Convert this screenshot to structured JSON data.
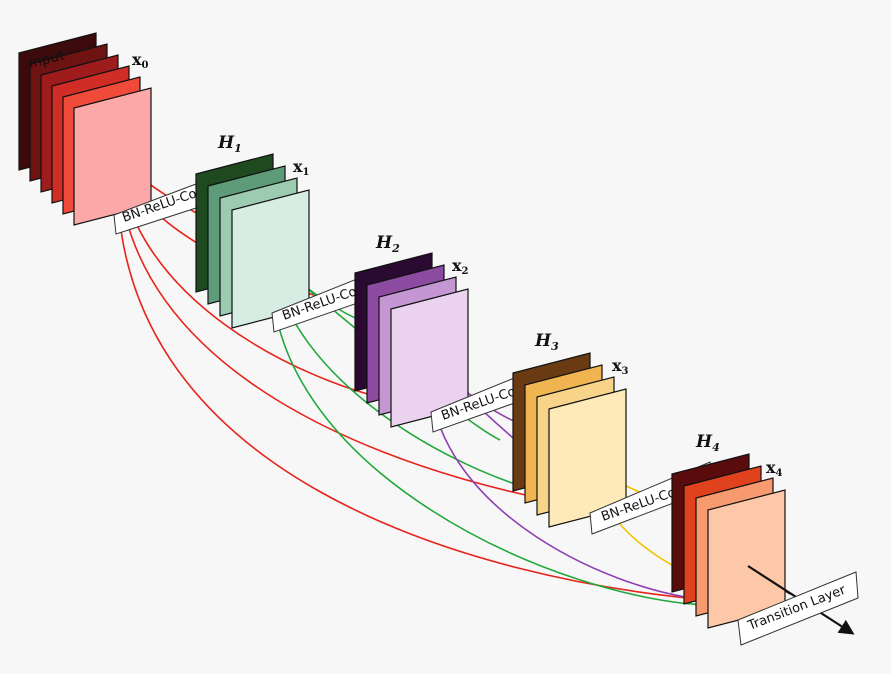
{
  "input_label": "Input",
  "colors": {
    "red": "#e8231a",
    "green": "#22a83a",
    "purple": "#8e3fb0",
    "yellow": "#f2c200",
    "dark_red": "#6b0e0e"
  },
  "blocks": [
    {
      "x_label": "x",
      "x_sub": "0",
      "h_label": "",
      "h_sub": "",
      "op_label": "",
      "page_colors": [
        "#3d0b0b",
        "#6e1212",
        "#9e1c1c",
        "#cf2d25",
        "#f04a3a",
        "#fca8a8"
      ]
    },
    {
      "x_label": "x",
      "x_sub": "1",
      "h_label": "H",
      "h_sub": "1",
      "op_label": "BN-ReLU-Conv",
      "page_colors": [
        "#1f4a1f",
        "#5e9c79",
        "#9ccbb2",
        "#d5ede2"
      ]
    },
    {
      "x_label": "x",
      "x_sub": "2",
      "h_label": "H",
      "h_sub": "2",
      "op_label": "BN-ReLU-Conv",
      "page_colors": [
        "#2a0a30",
        "#8c4aa0",
        "#c497d2",
        "#ebd3f0"
      ]
    },
    {
      "x_label": "x",
      "x_sub": "3",
      "h_label": "H",
      "h_sub": "3",
      "op_label": "BN-ReLU-Conv",
      "page_colors": [
        "#6a3a12",
        "#f0b450",
        "#f8d48a",
        "#fdeab8"
      ]
    },
    {
      "x_label": "x",
      "x_sub": "4",
      "h_label": "H",
      "h_sub": "4",
      "op_label": "BN-ReLU-Conv",
      "page_colors": [
        "#5a0c0c",
        "#e0421e",
        "#f79a70",
        "#fdc8a8"
      ]
    }
  ],
  "transition_label": "Transition Layer"
}
